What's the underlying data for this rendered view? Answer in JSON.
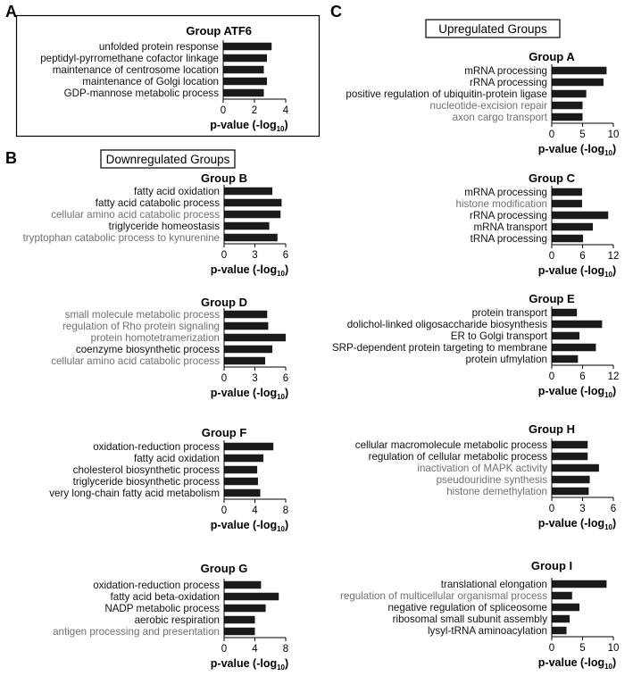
{
  "panels": [
    {
      "letter": "A"
    },
    {
      "letter": "B",
      "header": "Downregulated Groups"
    },
    {
      "letter": "C",
      "header": "Upregulated Groups"
    }
  ],
  "colors": {
    "bar": "#1a1a1a",
    "label_dark": "#111111",
    "label_gray": "#707070",
    "axis": "#000000"
  },
  "chart_data": [
    {
      "type": "bar",
      "orientation": "horizontal",
      "panel": "A",
      "title": "Group ATF6",
      "xlabel": "p-value (-log10)",
      "xlim": [
        0,
        4
      ],
      "xticks": [
        0,
        2,
        4
      ],
      "categories": [
        "unfolded protein response",
        "peptidyl-pyrromethane cofactor linkage",
        "maintenance of centrosome location",
        "maintenance of Golgi location",
        "GDP-mannose metabolic process"
      ],
      "values": [
        3.1,
        2.8,
        2.6,
        2.8,
        2.6
      ],
      "label_style": [
        "dark",
        "dark",
        "dark",
        "dark",
        "dark"
      ]
    },
    {
      "type": "bar",
      "orientation": "horizontal",
      "panel": "B",
      "title": "Group B",
      "xlabel": "p-value (-log10)",
      "xlim": [
        0,
        6
      ],
      "xticks": [
        0,
        3,
        6
      ],
      "categories": [
        "fatty acid oxidation",
        "fatty acid catabolic process",
        "cellular amino acid catabolic process",
        "triglyceride homeostasis",
        "tryptophan catabolic process to kynurenine"
      ],
      "values": [
        4.7,
        5.6,
        5.5,
        4.4,
        5.2
      ],
      "label_style": [
        "dark",
        "dark",
        "gray",
        "dark",
        "gray"
      ]
    },
    {
      "type": "bar",
      "orientation": "horizontal",
      "panel": "B",
      "title": "Group D",
      "xlabel": "p-value (-log10)",
      "xlim": [
        0,
        6
      ],
      "xticks": [
        0,
        3,
        6
      ],
      "categories": [
        "small molecule metabolic process",
        "regulation of Rho protein signaling",
        "protein homotetramerization",
        "coenzyme biosynthetic process",
        "cellular amino acid catabolic process"
      ],
      "values": [
        4.2,
        4.3,
        6.0,
        4.7,
        4.0
      ],
      "label_style": [
        "gray",
        "gray",
        "gray",
        "dark",
        "gray"
      ]
    },
    {
      "type": "bar",
      "orientation": "horizontal",
      "panel": "B",
      "title": "Group F",
      "xlabel": "p-value (-log10)",
      "xlim": [
        0,
        8
      ],
      "xticks": [
        0,
        4,
        8
      ],
      "categories": [
        "oxidation-reduction process",
        "fatty acid oxidation",
        "cholesterol biosynthetic process",
        "triglyceride biosynthetic process",
        "very long-chain fatty acid metabolism"
      ],
      "values": [
        6.4,
        5.1,
        4.3,
        4.4,
        4.7
      ],
      "label_style": [
        "dark",
        "dark",
        "dark",
        "dark",
        "dark"
      ]
    },
    {
      "type": "bar",
      "orientation": "horizontal",
      "panel": "B",
      "title": "Group G",
      "xlabel": "p-value (-log10)",
      "xlim": [
        0,
        8
      ],
      "xticks": [
        0,
        4,
        8
      ],
      "categories": [
        "oxidation-reduction process",
        "fatty acid beta-oxidation",
        "NADP metabolic process",
        "aerobic respiration",
        "antigen processing and presentation"
      ],
      "values": [
        4.8,
        7.1,
        5.4,
        4.0,
        4.0
      ],
      "label_style": [
        "dark",
        "dark",
        "dark",
        "dark",
        "gray"
      ]
    },
    {
      "type": "bar",
      "orientation": "horizontal",
      "panel": "C",
      "title": "Group A",
      "xlabel": "p-value (-log10)",
      "xlim": [
        0,
        10
      ],
      "xticks": [
        0,
        5,
        10
      ],
      "categories": [
        "mRNA processing",
        "rRNA processing",
        "positive regulation of ubiquitin-protein ligase",
        "nucleotide-excision repair",
        "axon cargo transport"
      ],
      "values": [
        8.9,
        8.4,
        5.6,
        5.0,
        5.0
      ],
      "label_style": [
        "dark",
        "dark",
        "dark",
        "gray",
        "gray"
      ]
    },
    {
      "type": "bar",
      "orientation": "horizontal",
      "panel": "C",
      "title": "Group C",
      "xlabel": "p-value (-log10)",
      "xlim": [
        0,
        12
      ],
      "xticks": [
        0,
        6,
        12
      ],
      "categories": [
        "mRNA processing",
        "histone modification",
        "rRNA processing",
        "mRNA transport",
        "tRNA processing"
      ],
      "values": [
        5.9,
        5.9,
        11.0,
        8.0,
        6.1
      ],
      "label_style": [
        "dark",
        "gray",
        "dark",
        "dark",
        "dark"
      ]
    },
    {
      "type": "bar",
      "orientation": "horizontal",
      "panel": "C",
      "title": "Group E",
      "xlabel": "p-value (-log10)",
      "xlim": [
        0,
        12
      ],
      "xticks": [
        0,
        6,
        12
      ],
      "categories": [
        "protein transport",
        "dolichol-linked oligosaccharide biosynthesis",
        "ER to Golgi transport",
        "SRP-dependent protein targeting to membrane",
        "protein ufmylation"
      ],
      "values": [
        4.9,
        9.8,
        5.4,
        8.6,
        5.1
      ],
      "label_style": [
        "dark",
        "dark",
        "dark",
        "dark",
        "dark"
      ]
    },
    {
      "type": "bar",
      "orientation": "horizontal",
      "panel": "C",
      "title": "Group H",
      "xlabel": "p-value (-log10)",
      "xlim": [
        0,
        6
      ],
      "xticks": [
        0,
        3,
        6
      ],
      "categories": [
        "cellular macromolecule metabolic process",
        "regulation of cellular metabolic process",
        "inactivation of MAPK activity",
        "pseudouridine synthesis",
        "histone demethylation"
      ],
      "values": [
        3.5,
        3.5,
        4.6,
        3.7,
        3.6
      ],
      "label_style": [
        "dark",
        "dark",
        "gray",
        "gray",
        "gray"
      ]
    },
    {
      "type": "bar",
      "orientation": "horizontal",
      "panel": "C",
      "title": "Group I",
      "xlabel": "p-value (-log10)",
      "xlim": [
        0,
        10
      ],
      "xticks": [
        0,
        5,
        10
      ],
      "categories": [
        "translational elongation",
        "regulation of multicellular organismal process",
        "negative regulation of spliceosome",
        "ribosomal small subunit assembly",
        "lysyl-tRNA aminoacylation"
      ],
      "values": [
        8.9,
        3.3,
        4.5,
        2.9,
        2.4
      ],
      "label_style": [
        "dark",
        "gray",
        "dark",
        "dark",
        "dark"
      ]
    }
  ]
}
